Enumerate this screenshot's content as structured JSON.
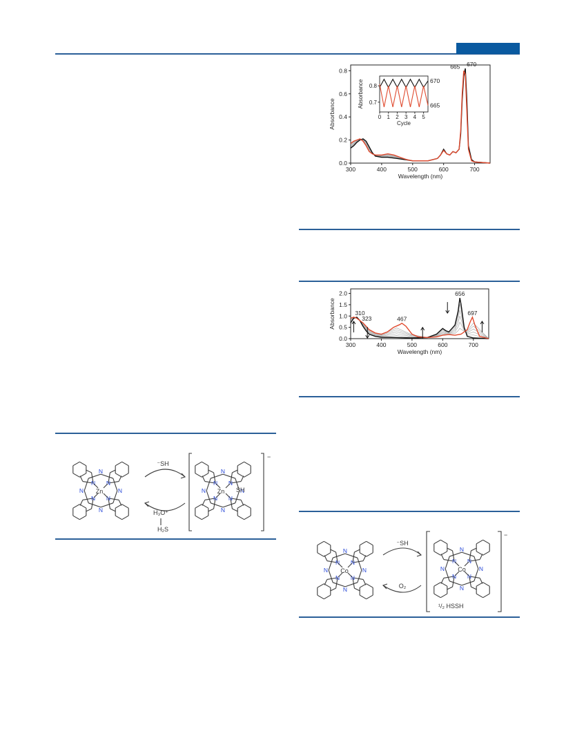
{
  "colors": {
    "rule": "#2a5f98",
    "header_tab": "#0a5aa0",
    "red_series": "#e04a2e",
    "black_series": "#111111",
    "gray_series": "#9a9a9a",
    "nitrogen": "#2b4bd8",
    "sulfur": "#e02020"
  },
  "chart_data": [
    {
      "type": "line",
      "xlabel": "Wavelength (nm)",
      "ylabel": "Absorbance",
      "xlim": [
        300,
        750
      ],
      "ylim": [
        0,
        0.85
      ],
      "xticks": [
        "300",
        "400",
        "500",
        "600",
        "700"
      ],
      "yticks": [
        "0.0",
        "0.2",
        "0.4",
        "0.6",
        "0.8"
      ],
      "peak_labels": [
        "665",
        "670"
      ],
      "series": [
        {
          "color": "#111111",
          "x": [
            300,
            310,
            320,
            330,
            340,
            350,
            360,
            370,
            380,
            400,
            420,
            450,
            500,
            550,
            580,
            590,
            600,
            610,
            620,
            630,
            640,
            650,
            655,
            660,
            665,
            670,
            675,
            680,
            690,
            700,
            750
          ],
          "y": [
            0.13,
            0.15,
            0.18,
            0.2,
            0.21,
            0.19,
            0.14,
            0.09,
            0.06,
            0.05,
            0.05,
            0.04,
            0.02,
            0.02,
            0.04,
            0.07,
            0.12,
            0.08,
            0.07,
            0.1,
            0.09,
            0.12,
            0.25,
            0.55,
            0.75,
            0.82,
            0.55,
            0.15,
            0.03,
            0.01,
            0.0
          ]
        },
        {
          "color": "#e04a2e",
          "x": [
            300,
            310,
            320,
            330,
            340,
            350,
            360,
            370,
            380,
            400,
            420,
            440,
            460,
            480,
            500,
            550,
            580,
            590,
            600,
            610,
            620,
            630,
            640,
            650,
            655,
            660,
            665,
            670,
            675,
            680,
            690,
            700,
            750
          ],
          "y": [
            0.17,
            0.19,
            0.2,
            0.21,
            0.19,
            0.15,
            0.1,
            0.08,
            0.07,
            0.07,
            0.08,
            0.07,
            0.05,
            0.03,
            0.02,
            0.02,
            0.04,
            0.07,
            0.11,
            0.08,
            0.07,
            0.1,
            0.09,
            0.12,
            0.28,
            0.6,
            0.8,
            0.77,
            0.45,
            0.12,
            0.02,
            0.01,
            0.0
          ]
        }
      ],
      "inset": {
        "xlabel": "Cycle",
        "ylabel": "Absorbance",
        "xticks": [
          "0",
          "1",
          "2",
          "3",
          "4",
          "5"
        ],
        "yticks": [
          "0.8",
          "0.7"
        ],
        "xlim": [
          0,
          5.5
        ],
        "ylim": [
          0.64,
          0.86
        ],
        "series": [
          {
            "name": "670",
            "color": "#111111",
            "x": [
              0,
              0.5,
              1,
              1.5,
              2,
              2.5,
              3,
              3.5,
              4,
              4.5,
              5,
              5.5
            ],
            "y": [
              0.79,
              0.84,
              0.79,
              0.84,
              0.79,
              0.84,
              0.79,
              0.84,
              0.79,
              0.84,
              0.79,
              0.83
            ]
          },
          {
            "name": "665",
            "color": "#e04a2e",
            "x": [
              0,
              0.5,
              1,
              1.5,
              2,
              2.5,
              3,
              3.5,
              4,
              4.5,
              5,
              5.5
            ],
            "y": [
              0.81,
              0.67,
              0.8,
              0.67,
              0.8,
              0.67,
              0.8,
              0.67,
              0.8,
              0.67,
              0.8,
              0.68
            ]
          }
        ]
      }
    },
    {
      "type": "line",
      "xlabel": "Wavelength (nm)",
      "ylabel": "Absorbance",
      "xlim": [
        300,
        750
      ],
      "ylim": [
        0,
        2.2
      ],
      "xticks": [
        "300",
        "400",
        "500",
        "600",
        "700"
      ],
      "yticks": [
        "0.0",
        "0.5",
        "1.0",
        "1.5",
        "2.0"
      ],
      "peak_labels": [
        "310",
        "323",
        "467",
        "656",
        "697"
      ],
      "series": [
        {
          "color": "#111111",
          "x": [
            300,
            310,
            320,
            330,
            340,
            350,
            360,
            380,
            400,
            450,
            500,
            550,
            580,
            600,
            610,
            620,
            630,
            640,
            650,
            656,
            660,
            670,
            680,
            700,
            750
          ],
          "y": [
            0.7,
            0.9,
            0.95,
            0.8,
            0.55,
            0.35,
            0.2,
            0.1,
            0.06,
            0.05,
            0.03,
            0.05,
            0.2,
            0.45,
            0.35,
            0.3,
            0.45,
            0.6,
            1.2,
            1.8,
            1.5,
            0.5,
            0.1,
            0.03,
            0.0
          ]
        },
        {
          "color": "#e04a2e",
          "x": [
            300,
            310,
            320,
            330,
            340,
            360,
            380,
            400,
            420,
            440,
            460,
            467,
            480,
            500,
            520,
            550,
            580,
            600,
            620,
            640,
            660,
            680,
            690,
            697,
            705,
            720,
            750
          ],
          "y": [
            0.9,
            0.95,
            0.9,
            0.8,
            0.7,
            0.4,
            0.25,
            0.2,
            0.3,
            0.5,
            0.62,
            0.68,
            0.55,
            0.2,
            0.08,
            0.05,
            0.08,
            0.15,
            0.18,
            0.15,
            0.2,
            0.4,
            0.75,
            0.95,
            0.6,
            0.1,
            0.0
          ]
        }
      ]
    }
  ],
  "scheme1": {
    "metal": "Zn",
    "top_reagent": "⁻SH",
    "bottom_reagent": "H₃O⁺",
    "bottom_product": "H₂S",
    "ligand": "SH",
    "charge": "−"
  },
  "scheme2": {
    "metal": "Co",
    "top_reagent": "⁻SH",
    "bottom_reagent": "O₂",
    "product": "¹/₂ HSSH",
    "charge": "−"
  },
  "atom_labels": {
    "nitrogen": "N"
  }
}
